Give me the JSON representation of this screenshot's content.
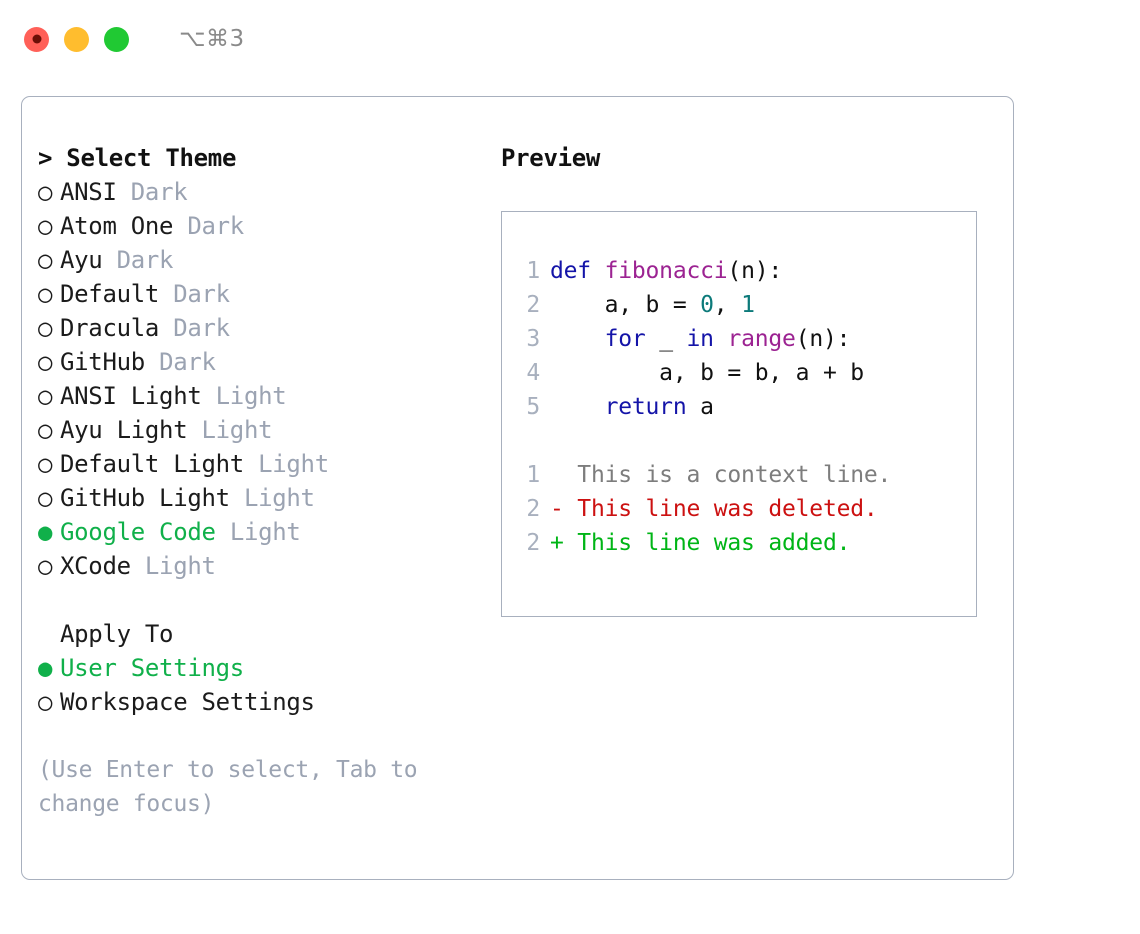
{
  "titlebar": {
    "shortcut": "⌥⌘3",
    "buttons": [
      {
        "name": "close",
        "color": "#ff6058"
      },
      {
        "name": "minimize",
        "color": "#ffbd2e"
      },
      {
        "name": "maximize",
        "color": "#20c933"
      }
    ]
  },
  "theme_list": {
    "header": "> Select Theme",
    "items": [
      {
        "marker": "○",
        "label": "ANSI",
        "badge": "Dark",
        "selected": false
      },
      {
        "marker": "○",
        "label": "Atom One",
        "badge": "Dark",
        "selected": false
      },
      {
        "marker": "○",
        "label": "Ayu",
        "badge": "Dark",
        "selected": false
      },
      {
        "marker": "○",
        "label": "Default",
        "badge": "Dark",
        "selected": false
      },
      {
        "marker": "○",
        "label": "Dracula",
        "badge": "Dark",
        "selected": false
      },
      {
        "marker": "○",
        "label": "GitHub",
        "badge": "Dark",
        "selected": false
      },
      {
        "marker": "○",
        "label": "ANSI Light",
        "badge": "Light",
        "selected": false
      },
      {
        "marker": "○",
        "label": "Ayu Light",
        "badge": "Light",
        "selected": false
      },
      {
        "marker": "○",
        "label": "Default Light",
        "badge": "Light",
        "selected": false
      },
      {
        "marker": "○",
        "label": "GitHub Light",
        "badge": "Light",
        "selected": false
      },
      {
        "marker": "●",
        "label": "Google Code",
        "badge": "Light",
        "selected": true
      },
      {
        "marker": "○",
        "label": "XCode",
        "badge": "Light",
        "selected": false
      }
    ]
  },
  "apply_to": {
    "header": "Apply To",
    "items": [
      {
        "marker": "●",
        "label": "User Settings",
        "selected": true
      },
      {
        "marker": "○",
        "label": "Workspace Settings",
        "selected": false
      }
    ]
  },
  "hint": "(Use Enter to select, Tab to change focus)",
  "preview": {
    "title": "Preview",
    "code_lines": [
      {
        "num": "1",
        "tokens": [
          {
            "t": "def ",
            "c": "kw"
          },
          {
            "t": "fibonacci",
            "c": "fn"
          },
          {
            "t": "(n):",
            "c": "plain"
          }
        ]
      },
      {
        "num": "2",
        "tokens": [
          {
            "t": "    a, b = ",
            "c": "plain"
          },
          {
            "t": "0",
            "c": "num"
          },
          {
            "t": ", ",
            "c": "plain"
          },
          {
            "t": "1",
            "c": "num"
          }
        ]
      },
      {
        "num": "3",
        "tokens": [
          {
            "t": "    ",
            "c": "plain"
          },
          {
            "t": "for",
            "c": "kw"
          },
          {
            "t": " _ ",
            "c": "plain"
          },
          {
            "t": "in",
            "c": "kw"
          },
          {
            "t": " ",
            "c": "plain"
          },
          {
            "t": "range",
            "c": "fn"
          },
          {
            "t": "(n):",
            "c": "plain"
          }
        ]
      },
      {
        "num": "4",
        "tokens": [
          {
            "t": "        a, b = b, a + b",
            "c": "plain"
          }
        ]
      },
      {
        "num": "5",
        "tokens": [
          {
            "t": "    ",
            "c": "plain"
          },
          {
            "t": "return",
            "c": "kw"
          },
          {
            "t": " a",
            "c": "plain"
          }
        ]
      }
    ],
    "diff_lines": [
      {
        "num": "1",
        "text": "  This is a context line.",
        "kind": "ctx"
      },
      {
        "num": "2",
        "text": "- This line was deleted.",
        "kind": "del"
      },
      {
        "num": "2",
        "text": "+ This line was added.",
        "kind": "add"
      }
    ]
  },
  "colors": {
    "accent_green": "#10b04a",
    "badge_gray": "#9ba3b2",
    "border": "#a8b0be",
    "keyword": "#1414a8",
    "function": "#9c2392",
    "number": "#0c7a7a",
    "diff_add": "#00b516",
    "diff_del": "#cc1111",
    "diff_ctx": "#7d7d7d"
  }
}
